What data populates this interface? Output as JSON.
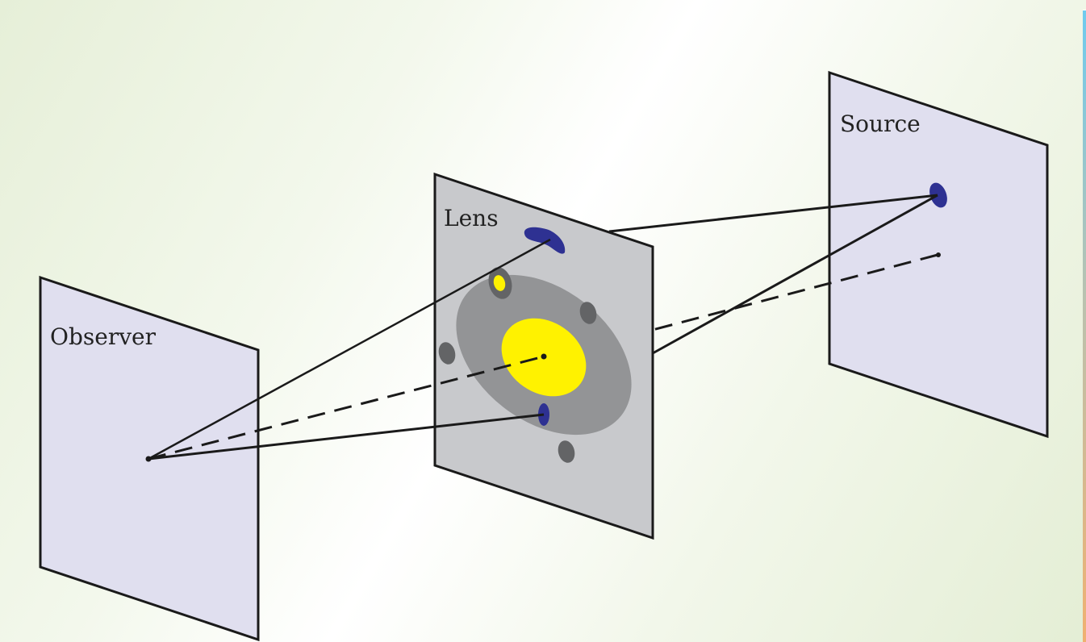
{
  "labels": {
    "observer": "Observer",
    "lens": "Lens",
    "source": "Source"
  },
  "colors": {
    "plane": "#e0dfef",
    "lens_plane": "#c8c9cc",
    "lens_halo": "#939496",
    "lens_core": "#fff200",
    "image": "#2e3192",
    "shadow": "#636466",
    "line": "#1a1a1a"
  }
}
